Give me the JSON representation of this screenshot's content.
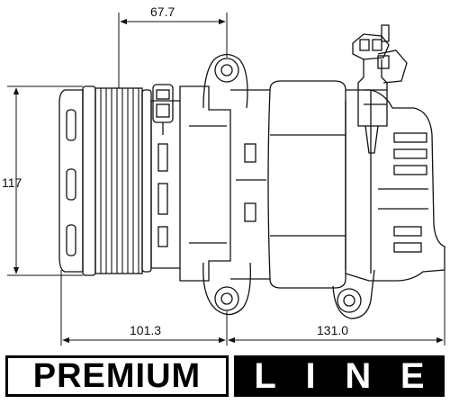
{
  "dimensions": {
    "top": "67.7",
    "left": "117",
    "bottom_left": "101.3",
    "bottom_right": "131.0"
  },
  "branding": {
    "word_one": "PREMIUM",
    "word_two_letters": [
      "L",
      "I",
      "N",
      "E"
    ]
  }
}
